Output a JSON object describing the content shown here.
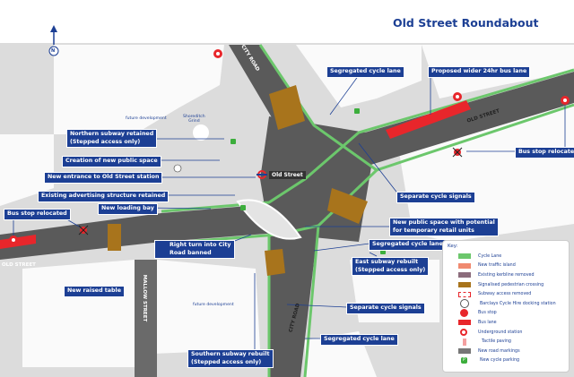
{
  "title": "Old Street Roundabout",
  "north_label": "N",
  "colors": {
    "navy": "#1c3f94",
    "cycle_lane": "#6cc76c",
    "traffic_island": "#f08a70",
    "kerbline_removed": "#8c6c7c",
    "ped_crossing": "#a8741c",
    "bus_lane": "#e8262b",
    "road": "#5a5a5a",
    "parking": "#3cae3c"
  },
  "callouts": {
    "seg_cycle_lane_top": "Segregated cycle lane",
    "bus_lane": "Proposed wider 24hr bus lane",
    "northern_subway": [
      "Northern subway retained",
      "(Stepped access only)"
    ],
    "public_space": "Creation of new public space",
    "new_entrance": "New entrance to Old Street station",
    "advertising": "Existing advertising structure retained",
    "loading_bay": "New loading bay",
    "bus_stop_left": "Bus stop relocated",
    "bus_stop_right": "Bus stop relocated",
    "cycle_signals_top": "Separate cycle signals",
    "retail_space": [
      "New public space with potential",
      "for temporary retail units"
    ],
    "seg_cycle_lanes": "Segregated cycle lanes",
    "right_turn": [
      "Right turn into City",
      "Road banned"
    ],
    "east_subway": [
      "East subway rebuilt",
      "(Stepped access only)"
    ],
    "cycle_signals_bottom": "Separate cycle signals",
    "seg_cycle_lane_bottom": "Segregated cycle lane",
    "southern_subway": [
      "Southern subway rebuilt",
      "(Stepped access only)"
    ],
    "raised_table": "New raised table"
  },
  "map_labels": {
    "future_dev_1": "future development",
    "future_dev_2": "future development",
    "shoreditch": [
      "Shoreditch",
      "Grind"
    ],
    "station": "Old Street",
    "city_road_north": "CITY ROAD",
    "city_road_south": "CITY ROAD",
    "old_street_east": "OLD STREET",
    "old_street_west": "OLD STREET",
    "mallow_street": "MALLOW STREET"
  },
  "key": {
    "title": "Key:",
    "items": [
      {
        "label": "Cycle Lane",
        "icon": "cycle-lane-swatch"
      },
      {
        "label": "New traffic island",
        "icon": "traffic-island-swatch"
      },
      {
        "label": "Existing kerbline removed",
        "icon": "kerbline-swatch"
      },
      {
        "label": "Signalised pedestrian crossing",
        "icon": "crossing-swatch"
      },
      {
        "label": "Subway access removed",
        "icon": "dashed-box"
      },
      {
        "label": "Barclays Cycle Hire docking station",
        "icon": "bicycle-icon"
      },
      {
        "label": "Bus stop",
        "icon": "bus-stop-icon"
      },
      {
        "label": "Bus lane",
        "icon": "bus-lane-swatch"
      },
      {
        "label": "Underground station",
        "icon": "underground-roundel-icon"
      },
      {
        "label": "Tactile paving",
        "icon": "tactile-paving-icon"
      },
      {
        "label": "New road markings",
        "icon": "road-markings-swatch"
      },
      {
        "label": "New cycle parking",
        "icon": "parking-icon",
        "glyph": "P"
      }
    ]
  }
}
